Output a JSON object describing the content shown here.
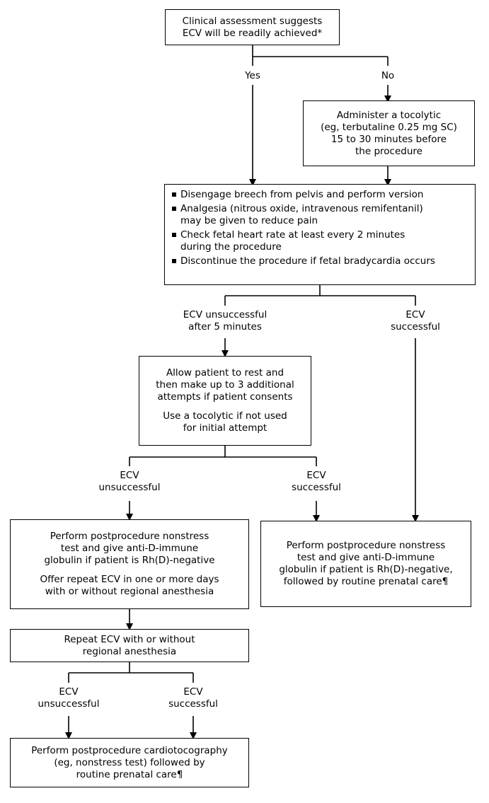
{
  "start": {
    "line1": "Clinical assessment suggests",
    "line2": "ECV will be readily achieved*"
  },
  "branch1": {
    "yes": "Yes",
    "no": "No"
  },
  "tocolytic": {
    "line1": "Administer a tocolytic",
    "line2": "(eg, terbutaline 0.25 mg SC)",
    "line3": "15 to 30 minutes before",
    "line4": "the procedure"
  },
  "procedure": {
    "items": [
      {
        "line1": "Disengage breech from pelvis and perform version"
      },
      {
        "line1": "Analgesia (nitrous oxide, intravenous remifentanil)",
        "line2": "may be given to reduce pain"
      },
      {
        "line1": "Check fetal heart rate at least every 2 minutes",
        "line2": "during the procedure"
      },
      {
        "line1": "Discontinue the procedure if fetal bradycardia occurs"
      }
    ]
  },
  "branch2": {
    "unsuccessful_line1": "ECV unsuccessful",
    "unsuccessful_line2": "after 5 minutes",
    "successful_line1": "ECV",
    "successful_line2": "successful"
  },
  "rest": {
    "p1_line1": "Allow patient to rest and",
    "p1_line2": "then make up to 3 additional",
    "p1_line3": "attempts if patient consents",
    "p2_line1": "Use a tocolytic if not used",
    "p2_line2": "for initial attempt"
  },
  "branch3": {
    "unsuccessful_line1": "ECV",
    "unsuccessful_line2": "unsuccessful",
    "successful_line1": "ECV",
    "successful_line2": "successful"
  },
  "nst_repeat": {
    "p1_line1": "Perform postprocedure nonstress",
    "p1_line2": "test and give anti-D-immune",
    "p1_line3": "globulin if patient is Rh(D)-negative",
    "p2_line1": "Offer repeat ECV in one or more days",
    "p2_line2": "with or without regional anesthesia"
  },
  "nst_routine": {
    "line1": "Perform postprocedure nonstress",
    "line2": "test and give anti-D-immune",
    "line3": "globulin if patient is Rh(D)-negative,",
    "line4": "followed by routine prenatal care¶"
  },
  "repeat_ecv": {
    "line1": "Repeat ECV with or without",
    "line2": "regional anesthesia"
  },
  "branch4": {
    "unsuccessful_line1": "ECV",
    "unsuccessful_line2": "unsuccessful",
    "successful_line1": "ECV",
    "successful_line2": "successful"
  },
  "final": {
    "line1": "Perform postprocedure cardiotocography",
    "line2": "(eg, nonstress test) followed by",
    "line3": "routine prenatal care¶"
  }
}
